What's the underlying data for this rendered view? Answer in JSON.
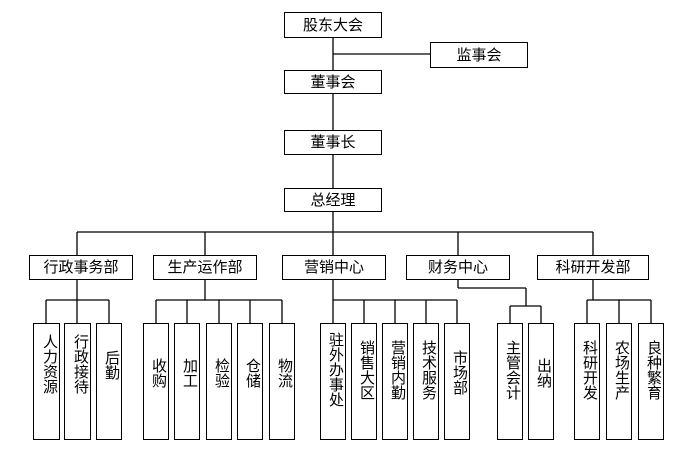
{
  "org_chart": {
    "shareholders_meeting": "股东大会",
    "supervisory_board": "监事会",
    "board_of_directors": "董事会",
    "chairman": "董事长",
    "general_manager": "总经理",
    "departments": [
      {
        "name": "行政事务部",
        "units": [
          "人力资源",
          "行政接待",
          "后勤"
        ]
      },
      {
        "name": "生产运作部",
        "units": [
          "收购",
          "加工",
          "检验",
          "仓储",
          "物流"
        ]
      },
      {
        "name": "营销中心",
        "units": [
          "驻外办事处",
          "销售大区",
          "营销内勤",
          "技术服务",
          "市场部"
        ]
      },
      {
        "name": "财务中心",
        "units": [
          "主管会计",
          "出纳"
        ]
      },
      {
        "name": "科研开发部",
        "units": [
          "科研开发",
          "农场生产",
          "良种繁育"
        ]
      }
    ]
  }
}
